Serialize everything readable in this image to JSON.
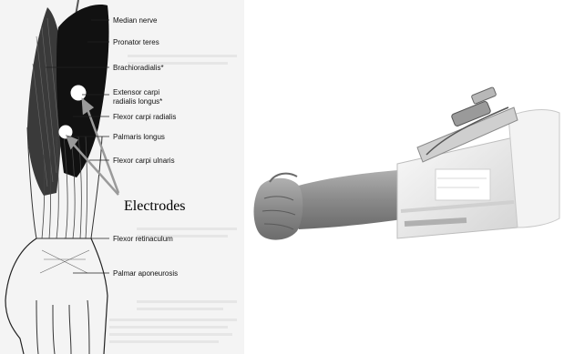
{
  "labels": {
    "median_nerve": "Median nerve",
    "pronator_teres": "Pronator teres",
    "brachioradialis": "Brachioradialis*",
    "extensor_line1": "Extensor carpi",
    "extensor_line2": "radialis longus*",
    "flexor_carpi_radialis": "Flexor carpi radialis",
    "palmaris_longus": "Palmaris longus",
    "flexor_carpi_ulnaris": "Flexor carpi ulnaris",
    "electrodes": "Electrodes",
    "flexor_retinaculum": "Flexor retinaculum",
    "palmar_aponeurosis": "Palmar aponeurosis"
  },
  "colors": {
    "muscle_dark": "#111111",
    "muscle_mid": "#3a3a3a",
    "electrode": "#ffffff",
    "arrow": "#9a9a9a",
    "skin": "#8a8a8a",
    "brace": "#e9e9e9"
  }
}
